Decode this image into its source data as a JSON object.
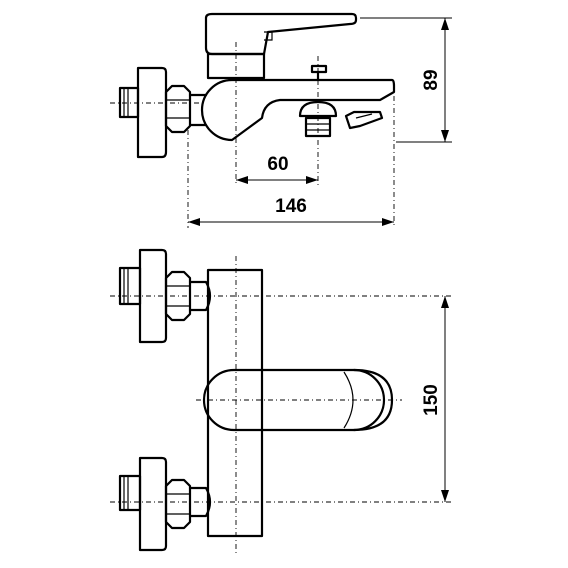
{
  "drawing": {
    "title": "",
    "dimensions": {
      "height_top_view": "89",
      "spout_offset": "60",
      "total_length": "146",
      "inlet_spacing": "150"
    }
  }
}
